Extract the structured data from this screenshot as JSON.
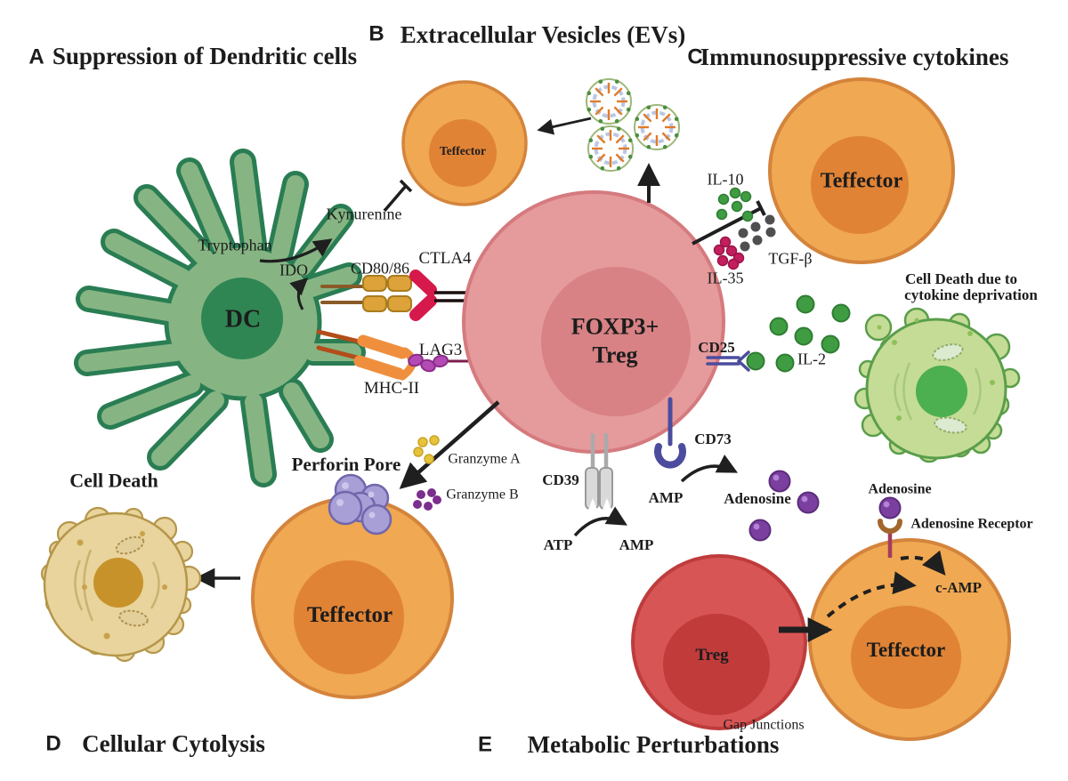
{
  "panels": [
    {
      "letter": "A",
      "title": "Suppression of Dendritic cells"
    },
    {
      "letter": "B",
      "title": "Extracellular Vesicles (EVs)"
    },
    {
      "letter": "C",
      "title": "Immunosuppressive cytokines"
    },
    {
      "letter": "D",
      "title": "Cellular Cytolysis"
    },
    {
      "letter": "E",
      "title": "Metabolic Perturbations"
    }
  ],
  "cells": {
    "dc": "DC",
    "treg_main_line1": "FOXP3+",
    "treg_main_line2": "Treg",
    "teffector_top": "Teffector",
    "teffector_c": "Teffector",
    "teffector_d": "Teffector",
    "teffector_e": "Teffector",
    "treg_e": "Treg"
  },
  "labels": {
    "tryptophan": "Tryptophan",
    "ido": "IDO",
    "kynurenine": "Kynurenine",
    "cd80_86": "CD80/86",
    "ctla4": "CTLA4",
    "lag3": "LAG3",
    "mhc2": "MHC-II",
    "il10": "IL-10",
    "tgfb": "TGF-β",
    "il35": "IL-35",
    "cd25": "CD25",
    "il2": "IL-2",
    "cell_death_dep_line1": "Cell Death due to",
    "cell_death_dep_line2": "cytokine deprivation",
    "cell_death": "Cell Death",
    "perforin_pore": "Perforin Pore",
    "granzyme_a": "Granzyme A",
    "granzyme_b": "Granzyme B",
    "cd39": "CD39",
    "atp": "ATP",
    "amp1": "AMP",
    "cd73": "CD73",
    "amp2": "AMP",
    "adenosine1": "Adenosine",
    "adenosine2": "Adenosine",
    "adenosine_receptor": "Adenosine Receptor",
    "camp": "c-AMP",
    "gap_junctions": "Gap Junctions"
  },
  "colors": {
    "teff_body": "#f0a852",
    "teff_stroke": "#d4843c",
    "teff_nucleus": "#e08335",
    "treg_body": "#e59a9c",
    "treg_stroke": "#d57a7e",
    "treg_nucleus": "#d88285",
    "tregE_body": "#d85555",
    "tregE_stroke": "#bf3c3c",
    "tregE_nucleus": "#c13b3b",
    "dc_body": "#86b583",
    "dc_stroke": "#2a7d53",
    "dc_nucleus": "#2f8653",
    "apo_green_body": "#c5dc96",
    "apo_green_stroke": "#5a9e4a",
    "apo_green_nucleus": "#4caf50",
    "apo_tan_body": "#e8d49c",
    "apo_tan_stroke": "#b5964a",
    "apo_tan_nucleus": "#c8922a",
    "perforin": "#a79fd6",
    "perforin_stroke": "#7166ad",
    "granA": "#e7c33b",
    "granB": "#7b2e8e",
    "il_green": "#3f9c42",
    "il_green_stroke": "#2f7d33",
    "tgfb_gray": "#4f4f52",
    "il35_red": "#c21f5e",
    "adenosine": "#7b3fa0",
    "adenosine_hl": "#b583d6",
    "cd_blue": "#4c4c9e",
    "cd39_fill": "#d9d9d9",
    "cd39_stroke": "#999999",
    "cd80_fill": "#dda23a",
    "cd80_stroke": "#a97c1e",
    "stem_brown": "#8a5a28",
    "ctla4_red": "#d6194b",
    "line_dark": "#1a0d0d",
    "lag3_purple": "#b44bb4",
    "lag3_stroke": "#8a2d8a",
    "lag3_line": "#7a1f4f",
    "mhc_orange": "#ef8f3e",
    "mhc_stem": "#b34d1b",
    "adoR_brown": "#a2662c",
    "adoR_stalk": "#a23c5c",
    "arrow": "#1f1f1f",
    "vesicle_ring": "#9db87a",
    "vesicle_inner": "#b9c6e4",
    "vesicle_spoke": "#e07b28",
    "vesicle_dot": "#4a8f3f"
  }
}
